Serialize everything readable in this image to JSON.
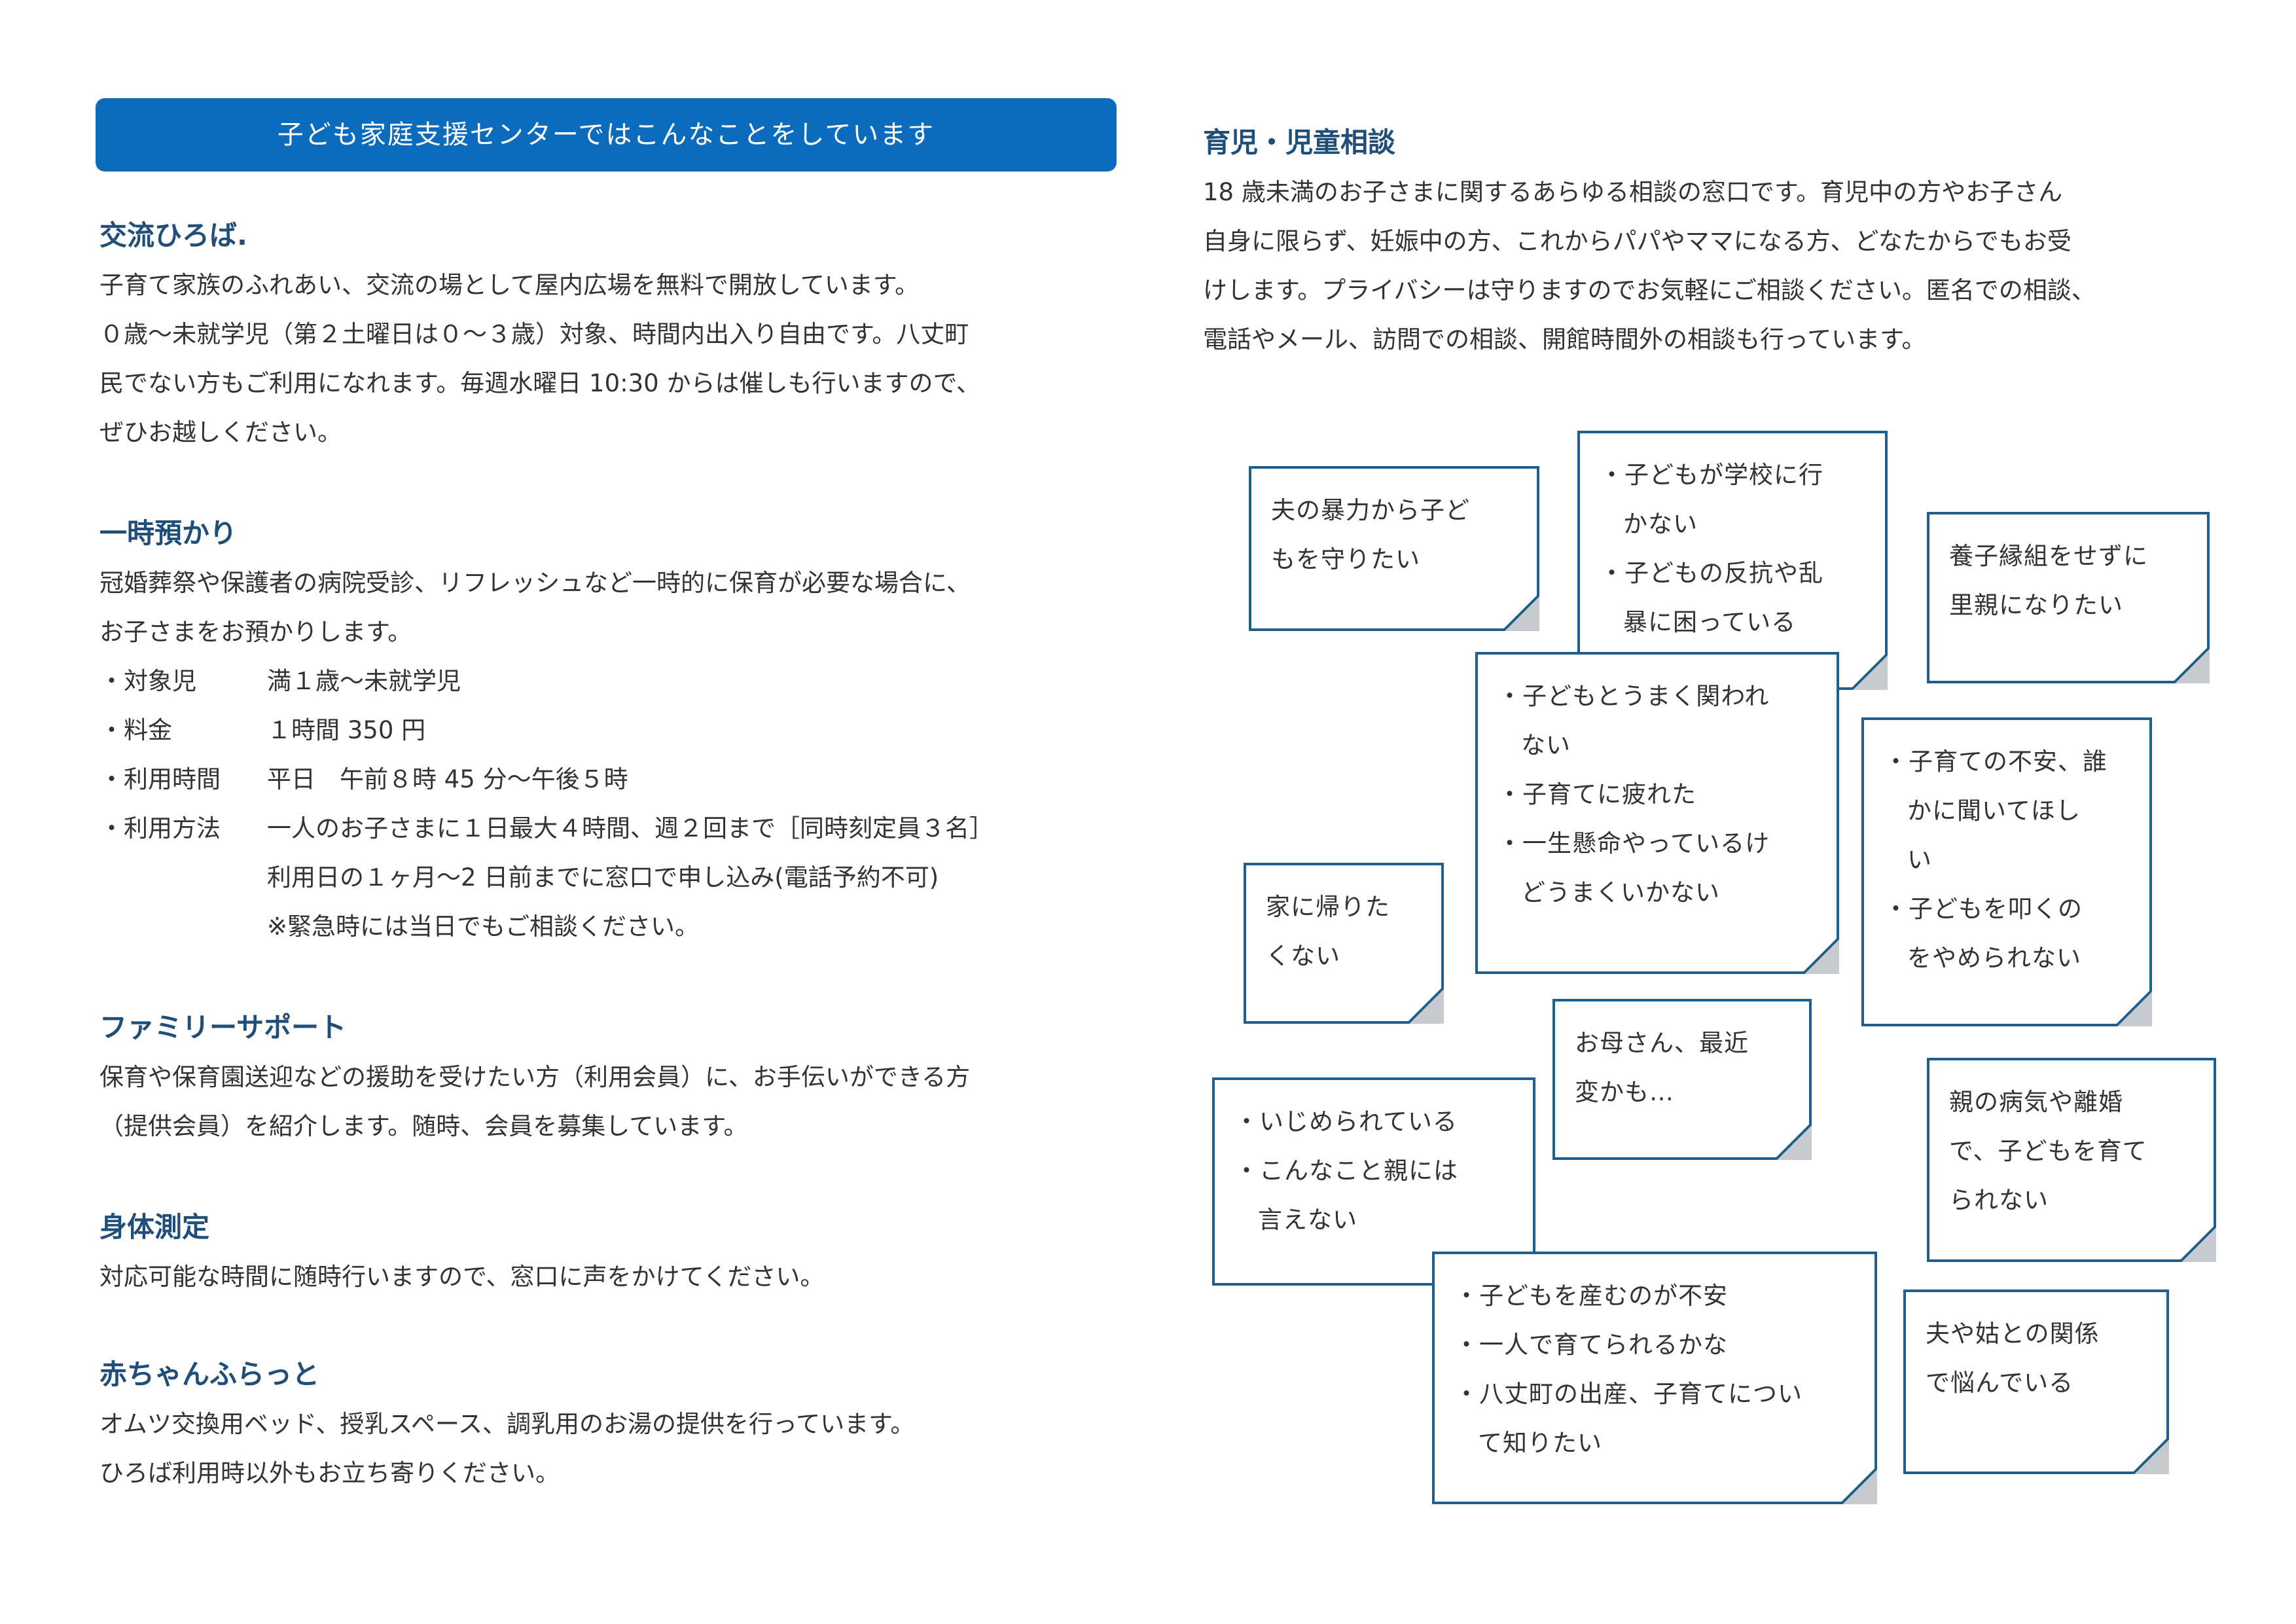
{
  "banner": "子ども家庭支援センターではこんなことをしています",
  "sections": {
    "hiroba": {
      "title": "交流ひろば.",
      "lines": [
        "子育て家族のふれあい、交流の場として屋内広場を無料で開放しています。",
        "０歳～未就学児（第２土曜日は０～３歳）対象、時間内出入り自由です。八丈町",
        "民でない方もご利用になれます。毎週水曜日 10:30 からは催しも行いますので、",
        "ぜひお越しください。"
      ]
    },
    "ichiji": {
      "title": "一時預かり",
      "lines": [
        "冠婚葬祭や保護者の病院受診、リフレッシュなど一時的に保育が必要な場合に、",
        "お子さまをお預かりします。"
      ],
      "items": [
        {
          "term": "・対象児",
          "desc": "満１歳～未就学児"
        },
        {
          "term": "・料金",
          "desc": "１時間 350 円"
        },
        {
          "term": "・利用時間",
          "desc": "平日　午前８時 45 分～午後５時"
        },
        {
          "term": "・利用方法",
          "desc": "一人のお子さまに１日最大４時間、週２回まで［同時刻定員３名］"
        }
      ],
      "continuation": [
        "利用日の１ヶ月～2 日前までに窓口で申し込み(電話予約不可)",
        "※緊急時には当日でもご相談ください。"
      ]
    },
    "family": {
      "title": "ファミリーサポート",
      "lines": [
        "保育や保育園送迎などの援助を受けたい方（利用会員）に、お手伝いができる方",
        "（提供会員）を紹介します。随時、会員を募集しています。"
      ]
    },
    "shintai": {
      "title": "身体測定",
      "lines": [
        "対応可能な時間に随時行いますので、窓口に声をかけてください。"
      ]
    },
    "akachan": {
      "title": "赤ちゃんふらっと",
      "lines": [
        "オムツ交換用ベッド、授乳スペース、調乳用のお湯の提供を行っています。",
        "ひろば利用時以外もお立ち寄りください。"
      ]
    },
    "soudan": {
      "title": "育児・児童相談",
      "lines": [
        "18 歳未満のお子さまに関するあらゆる相談の窓口です。育児中の方やお子さん",
        "自身に限らず、妊娠中の方、これからパパやママになる方、どなたからでもお受",
        "けします。プライバシーは守りますのでお気軽にご相談ください。匿名での相談、",
        "電話やメール、訪問での相談、開館時間外の相談も行っています。"
      ]
    }
  },
  "notes": [
    {
      "lines": [
        "夫の暴力から子ど",
        "もを守りたい"
      ]
    },
    {
      "lines": [
        "・子どもが学校に行",
        "かない",
        "・子どもの反抗や乱",
        "暴に困っている"
      ]
    },
    {
      "lines": [
        "養子縁組をせずに",
        "里親になりたい"
      ]
    },
    {
      "lines": [
        "・子どもとうまく関われ",
        "ない",
        "・子育てに疲れた",
        "・一生懸命やっているけ",
        "どうまくいかない"
      ]
    },
    {
      "lines": [
        "・子育ての不安、誰",
        "かに聞いてほし",
        "い",
        "・子どもを叩くの",
        "をやめられない"
      ]
    },
    {
      "lines": [
        "家に帰りた",
        "くない"
      ]
    },
    {
      "lines": [
        "お母さん、最近",
        "変かも…"
      ]
    },
    {
      "lines": [
        "・いじめられている",
        "・こんなこと親には",
        "言えない"
      ]
    },
    {
      "lines": [
        "親の病気や離婚",
        "で、子どもを育て",
        "られない"
      ]
    },
    {
      "lines": [
        "・子どもを産むのが不安",
        "・一人で育てられるかな",
        "・八丈町の出産、子育てについ",
        "て知りたい"
      ]
    },
    {
      "lines": [
        "夫や姑との関係",
        "で悩んでいる"
      ]
    }
  ],
  "colors": {
    "banner": "#0b6bbd",
    "heading": "#1f4e79",
    "note_border": "#1f5f8b",
    "fold": "#c7cbd0"
  }
}
